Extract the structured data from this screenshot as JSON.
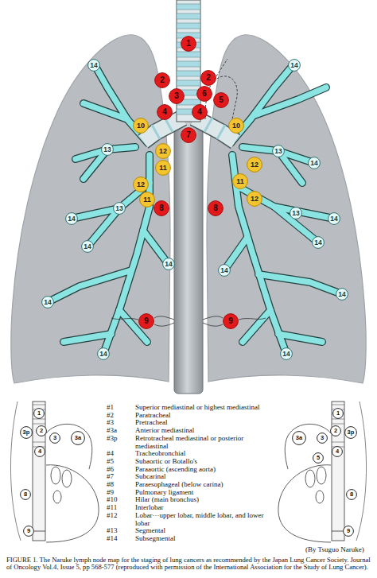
{
  "diagram": {
    "caption": "FIGURE 1. The Naruke lymph node map for the staging of lung cancers as recommended by the Japan Lung Cancer Society. Journal of Oncology Vol.4, Issue 5, pp 568-577 (reproduced with permission of the International Association for the Study of Lung Cancer).",
    "nodes": [
      {
        "text": [
          "1"
        ]
      },
      {
        "text": [
          "14"
        ]
      },
      {
        "text": [
          "14"
        ]
      },
      {
        "text": [
          "2"
        ]
      },
      {
        "text": [
          "2"
        ]
      },
      {
        "text": [
          "3"
        ]
      },
      {
        "text": [
          "6"
        ]
      },
      {
        "text": [
          "5"
        ]
      },
      {
        "text": [
          "4"
        ]
      },
      {
        "text": [
          "4"
        ]
      },
      {
        "text": [
          "10"
        ]
      },
      {
        "text": [
          "10"
        ]
      },
      {
        "text": [
          "7"
        ]
      },
      {
        "text": [
          "13"
        ]
      },
      {
        "text": [
          "12"
        ]
      },
      {
        "text": [
          "13"
        ]
      },
      {
        "text": [
          "14"
        ]
      },
      {
        "text": [
          "12"
        ]
      },
      {
        "text": [
          "11"
        ]
      },
      {
        "text": [
          "11"
        ]
      },
      {
        "text": [
          "12"
        ]
      },
      {
        "text": [
          "11"
        ]
      },
      {
        "text": [
          "12"
        ]
      },
      {
        "text": [
          "8"
        ]
      },
      {
        "text": [
          "8"
        ]
      },
      {
        "text": [
          "13"
        ]
      },
      {
        "text": [
          "13"
        ]
      },
      {
        "text": [
          "14"
        ]
      },
      {
        "text": [
          "14"
        ]
      },
      {
        "text": [
          "14"
        ]
      },
      {
        "text": [
          "14"
        ]
      },
      {
        "text": [
          "14"
        ]
      },
      {
        "text": [
          "14"
        ]
      },
      {
        "text": [
          "14"
        ]
      },
      {
        "text": [
          "14"
        ]
      },
      {
        "text": [
          "9"
        ]
      },
      {
        "text": [
          "9"
        ]
      },
      {
        "text": [
          "14"
        ]
      },
      {
        "text": [
          "14"
        ]
      },
      {
        "text": [
          "1"
        ]
      },
      {
        "text": [
          "3p"
        ]
      },
      {
        "text": [
          "2"
        ]
      },
      {
        "text": [
          "3"
        ]
      },
      {
        "text": [
          "3a"
        ]
      },
      {
        "text": [
          "4"
        ]
      },
      {
        "text": [
          "8"
        ]
      },
      {
        "text": [
          "9"
        ]
      },
      {
        "text": [
          "1"
        ]
      },
      {
        "text": [
          "3a"
        ]
      },
      {
        "text": [
          "3"
        ]
      },
      {
        "text": [
          "2"
        ]
      },
      {
        "text": [
          "3p"
        ]
      },
      {
        "text": [
          "4"
        ]
      },
      {
        "text": [
          "5"
        ]
      },
      {
        "text": [
          "8"
        ]
      },
      {
        "text": [
          "9"
        ]
      }
    ],
    "labels": [
      "#1",
      "Superior mediastinal or highest mediastinal",
      "#2",
      "Paratracheal",
      "#3",
      "Pretracheal",
      "#3a",
      "Anterior mediastinal",
      "#3p",
      "Retrotracheal mediastinal or posterior mediastinal",
      "#4",
      "Tracheobronchial",
      "#5",
      "Subaortic or Botallo's",
      "#6",
      "Paraaortic (ascending aorta)",
      "#7",
      "Subcarinal",
      "#8",
      "Paraesophageal (below carina)",
      "#9",
      "Pulmonary ligament",
      "#10",
      "Hilar (main bronchus)",
      "#11",
      "Interlobar",
      "#12",
      "Lobar···upper lobar, middle lobar, and lower lobar",
      "#13",
      "Segmental",
      "#14",
      "Subsegmental",
      "(By Tsuguo Naruke)"
    ]
  }
}
